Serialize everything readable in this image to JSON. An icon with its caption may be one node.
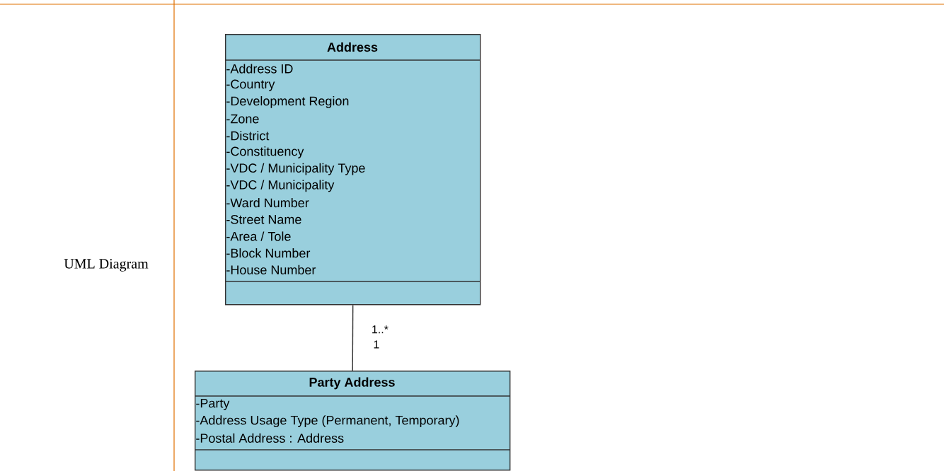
{
  "diagram": {
    "nodes": [
      {
        "text": [
          "Address",
          "-Address ID",
          "-Country",
          "-Development Region",
          "-Zone",
          "-District",
          "-Constituency",
          "-VDC / Municipality Type",
          "-VDC / Municipality",
          "-Ward Number",
          "-Street Name",
          "-Area / Tole",
          "-Block Number",
          "-House Number"
        ]
      },
      {
        "text": [
          "Party Address",
          "-Party",
          "-Address Usage Type (Permanent, Temporary)",
          "-Postal Address : Address"
        ]
      }
    ],
    "edges": [
      {
        "from": 0,
        "to": 1,
        "arrow": "none",
        "label": "1..*"
      }
    ],
    "labels": [
      "UML Diagram",
      "1"
    ]
  }
}
